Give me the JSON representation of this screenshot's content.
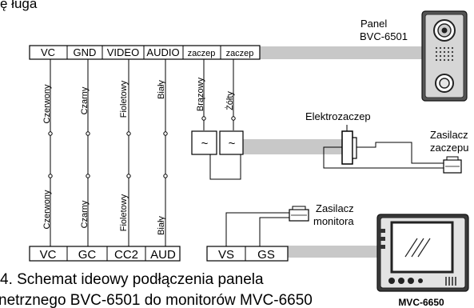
{
  "header_fragment": "ę ługa",
  "panel": {
    "label_line1": "Panel",
    "label_line2": "BVC-6501"
  },
  "top_strip": {
    "terminals": [
      "VC",
      "GND",
      "VIDEO",
      "AUDIO",
      "zaczep",
      "zaczep"
    ]
  },
  "wires": {
    "upper": [
      "Czerwony",
      "Czarny",
      "Fioletowy",
      "Biały",
      "Brązowy",
      "Żółty"
    ],
    "lower": [
      "Czerwony",
      "Czarny",
      "Fioletowy",
      "Biały"
    ]
  },
  "relay": {
    "symbols": [
      "~",
      "~"
    ]
  },
  "lock": {
    "label": "Elektrozaczep"
  },
  "lock_supply": {
    "label_line1": "Zasilacz",
    "label_line2": "zaczepu"
  },
  "monitor_supply": {
    "label_line1": "Zasilacz",
    "label_line2": "monitora"
  },
  "bottom_strip": {
    "terminals": [
      "VC",
      "GC",
      "CC2",
      "AUD"
    ],
    "power_terminals": [
      "VS",
      "GS"
    ]
  },
  "monitor": {
    "model": "MVC-6650"
  },
  "caption": {
    "line1": "4. Schemat ideowy podłączenia panela",
    "line2": "netrznego BVC-6501 do monitorów MVC-6650"
  },
  "colors": {
    "cable": "#c8c8c8",
    "line": "#000000"
  }
}
